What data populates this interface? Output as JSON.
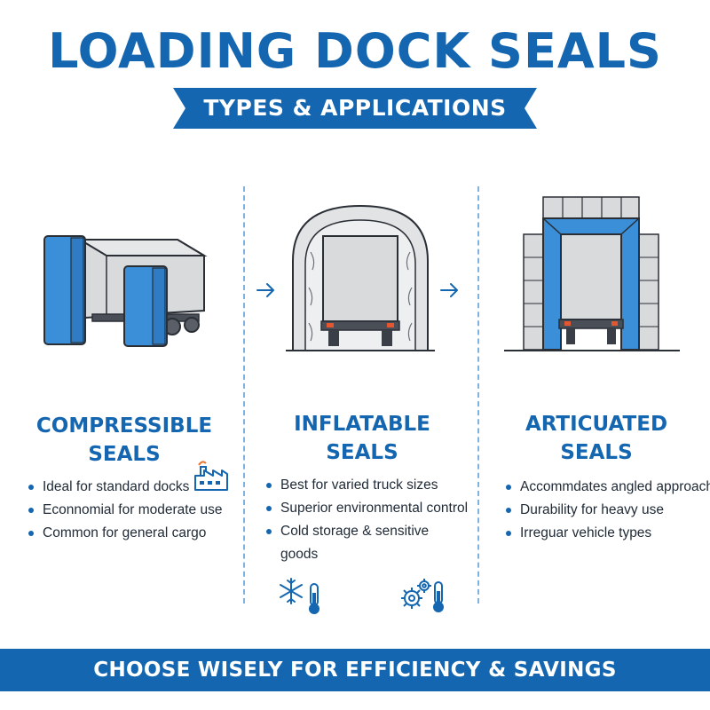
{
  "header": {
    "title": "LOADING DOCK SEALS",
    "subtitle": "TYPES & APPLICATIONS"
  },
  "columns": [
    {
      "title_line1": "COMPRESSIBLE",
      "title_line2": "SEALS",
      "bullets": [
        "Ideal for standard docks",
        "Econnomial for moderate use",
        "Common for general cargo"
      ],
      "icon": "factory-icon"
    },
    {
      "title_line1": "INFLATABLE",
      "title_line2": "SEALS",
      "bullets": [
        "Best for varied truck sizes",
        "Superior environmental control",
        "Cold storage & sensitive goods"
      ],
      "icons": [
        "snowflake-thermometer-icon",
        "gears-thermometer-icon"
      ]
    },
    {
      "title_line1": "ARTICUATED",
      "title_line2": "SEALS",
      "bullets": [
        "Accommdates angled approachs",
        "Durability for heavy use",
        "Irreguar vehicle types"
      ]
    }
  ],
  "footer": {
    "text": "CHOOSE WISELY FOR EFFICIENCY & SAVINGS"
  },
  "colors": {
    "brand_blue": "#1466b0",
    "seal_blue": "#3b8fd9",
    "truck_gray": "#d9dadc",
    "outline": "#2a2f36"
  }
}
